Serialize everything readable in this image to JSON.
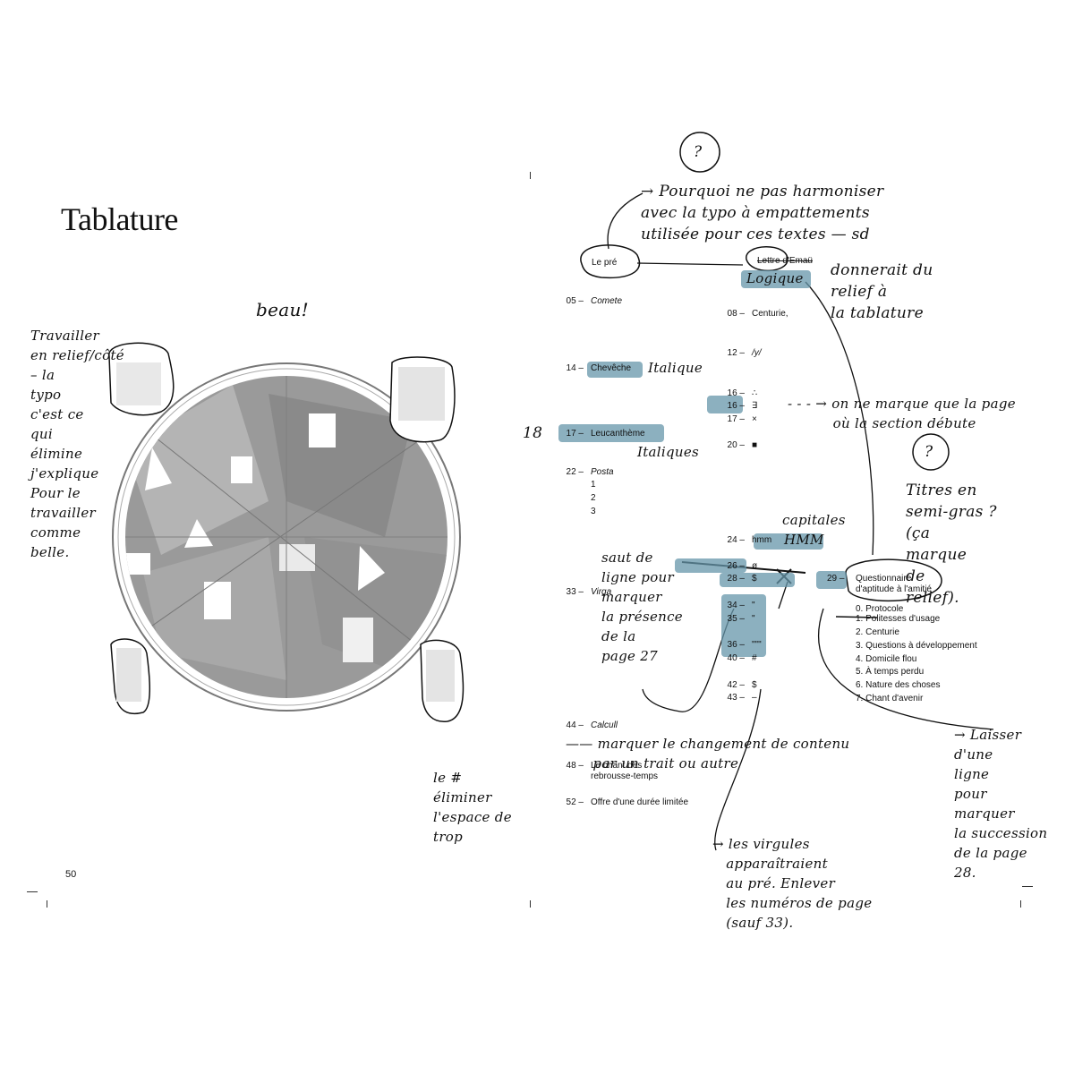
{
  "left_page": {
    "title": "Tablature",
    "folio": "50",
    "notes": {
      "beau": "beau!",
      "travailler": "Travailler\nen relief/côté\n– la\ntypo\nc'est ce\nqui\nélimine\nj'explique\nPour le\ntravailler\ncomme\nbelle.",
      "espace": "le #\néliminer\nl'espace de\ntrop"
    }
  },
  "right_page": {
    "toc_left": [
      {
        "num": "05 –",
        "label": "Comete",
        "italic": true
      },
      {
        "num": "14 –",
        "label": "Chevêche",
        "italic": false
      },
      {
        "num": "17 –",
        "label": "Leucanthème",
        "italic": false
      },
      {
        "num": "22 –",
        "label": "Posta",
        "italic": true
      },
      {
        "num": "",
        "label": "1",
        "italic": false
      },
      {
        "num": "",
        "label": "2",
        "italic": false
      },
      {
        "num": "",
        "label": "3",
        "italic": false
      },
      {
        "num": "33 –",
        "label": "Virga",
        "italic": true
      },
      {
        "num": "44 –",
        "label": "Calcull",
        "italic": true
      },
      {
        "num": "48 –",
        "label": "Le chant des",
        "italic": false
      },
      {
        "num": "",
        "label": "rebrousse-temps",
        "italic": false
      },
      {
        "num": "52 –",
        "label": "Offre d'une durée limitée",
        "italic": false
      }
    ],
    "toc_right": [
      {
        "num": "08 –",
        "label": "Centurie,"
      },
      {
        "num": "12 –",
        "label": "/y/"
      },
      {
        "num": "16 –",
        "label": "∴"
      },
      {
        "num": "16 –",
        "label": "∃"
      },
      {
        "num": "17 –",
        "label": "×"
      },
      {
        "num": "20 –",
        "label": "■"
      },
      {
        "num": "24 –",
        "label": "hmm"
      },
      {
        "num": "26 –",
        "label": "ø"
      },
      {
        "num": "28 –",
        "label": "$"
      },
      {
        "num": "34 –",
        "label": "\""
      },
      {
        "num": "35 –",
        "label": "\""
      },
      {
        "num": "36 –",
        "label": "\"\"\""
      },
      {
        "num": "40 –",
        "label": "#"
      },
      {
        "num": "42 –",
        "label": "$"
      },
      {
        "num": "43 –",
        "label": "–"
      }
    ],
    "le_pre": "Le pré",
    "lettre": "Lettre d'Emaü",
    "questionnaire": {
      "num": "29 –",
      "title_1": "Questionnaire",
      "title_2": "d'aptitude à l'amitié",
      "items": [
        "0. Protocole",
        "1. Politesses d'usage",
        "2. Centurie",
        "3. Questions à développement",
        "4. Domicile flou",
        "5. À temps perdu",
        "6. Nature des choses",
        "7. Chant d'avenir"
      ]
    },
    "notes": {
      "q1": "?",
      "q2": "?",
      "pourquoi": "→ Pourquoi ne pas harmoniser\navec la typo à empattements\nutilisée pour ces textes — sd",
      "logique": "Logique",
      "relief": "donnerait du\nrelief à\nla tablature",
      "italique1": "Italique",
      "italique2": "Italiques",
      "page": "- - - → on ne marque que la page\n          où la section débute",
      "n18": "18",
      "titres": "Titres en\nsemi-gras ?\n(ça\nmarque\nde\nrelief).",
      "capitales": "capitales",
      "hmm_caps": "HMM",
      "saut": "saut de\nligne pour\nmarquer\nla présence\nde la\npage 27",
      "changement": "—— marquer le changement de contenu\n      par un trait ou autre",
      "virgules": "→ les virgules\n   apparaîtraient\n   au pré. Enlever\n   les numéros de page\n   (sauf 33).",
      "laisser": "→ Laisser\nd'une\nligne\npour\nmarquer\nla succession\nde la page\n28."
    }
  }
}
